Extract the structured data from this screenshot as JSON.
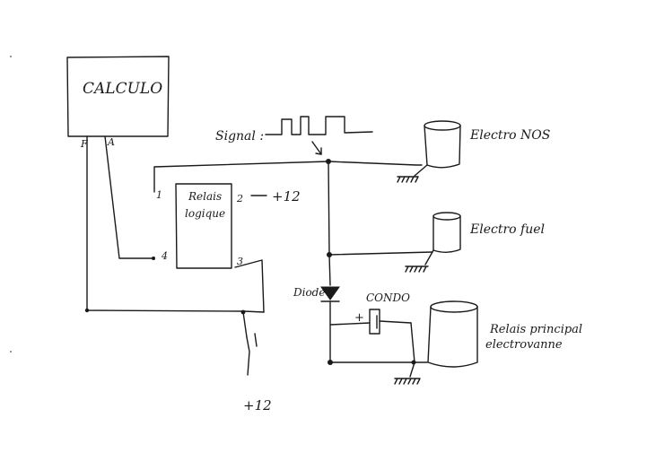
{
  "diagram": {
    "calculator": {
      "label": "CALCULO",
      "pin_f": "F",
      "pin_a": "A"
    },
    "signal_label": "Signal :",
    "relay_logic": {
      "label_line1": "Relais",
      "label_line2": "logique",
      "pin1": "1",
      "pin2": "2",
      "pin3": "3",
      "pin4": "4",
      "plus12_label": "+12"
    },
    "electro_nos": {
      "label": "Electro NOS"
    },
    "electro_fuel": {
      "label": "Electro fuel"
    },
    "diode": {
      "label": "Diode"
    },
    "condo": {
      "label": "CONDO",
      "plus_sign": "+"
    },
    "main_relay": {
      "label_line1": "Relais principal",
      "label_line2": "electrovanne"
    },
    "switch_supply": {
      "label": "+12"
    }
  }
}
